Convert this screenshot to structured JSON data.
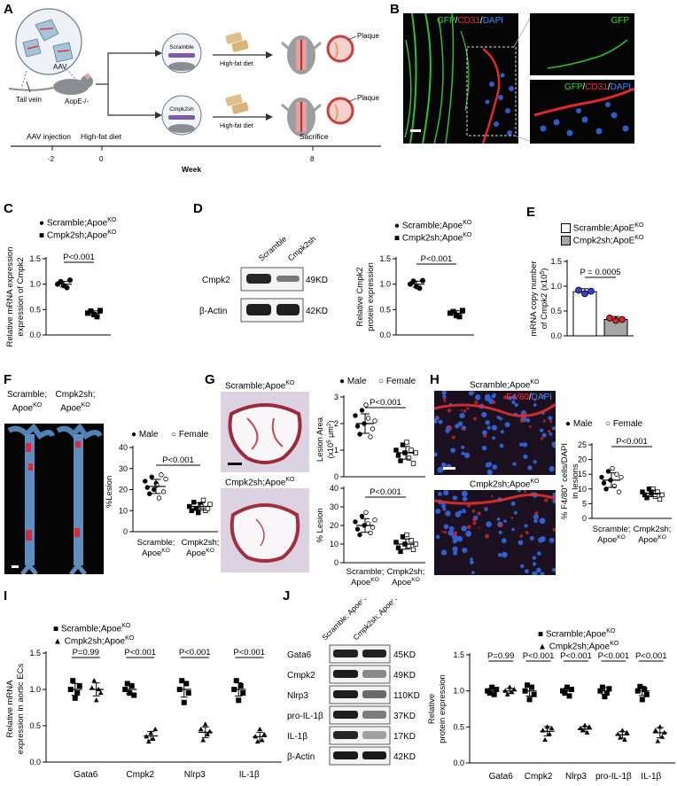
{
  "panel_labels": [
    "A",
    "B",
    "C",
    "D",
    "E",
    "F",
    "G",
    "H",
    "I",
    "J"
  ],
  "A": {
    "aav": "AAV",
    "tail_vein": "Tail vein",
    "mouse": "AopE-/-",
    "scramble": "Scramble",
    "cmpk2sh": "Cmpk2sh",
    "diet1": "High-fat diet",
    "diet2": "High-fat diet",
    "plaque1": "Plaque",
    "plaque2": "Plaque",
    "tl_aav": "AAV injection",
    "tl_hfd": "High-fat diet",
    "tl_sac": "Sacrifice",
    "ticks": [
      "-2",
      "0",
      "8"
    ],
    "week": "Week"
  },
  "B": {
    "main_label": [
      "GFP",
      "/",
      "CD31",
      "/",
      "DAPI"
    ],
    "top_right": "GFP",
    "bottom_right": [
      "GFP",
      "/",
      "CD31",
      "/",
      "DAPI"
    ]
  },
  "colors": {
    "gfp": "#39d239",
    "cd31": "#ff2a2a",
    "dapi": "#3a8cff",
    "f480": "#ff3030",
    "white": "#ffffff"
  },
  "chart_data": [
    {
      "panel": "C",
      "type": "scatter",
      "ylabel": "Relative mRNA expression of Cmpk2",
      "yticks": [
        "0.0",
        "0.5",
        "1.0",
        "1.5"
      ],
      "ylim": [
        0,
        1.5
      ],
      "legend": [
        "Scramble;Apoe^KO",
        "Cmpk2sh;Apoe^KO"
      ],
      "p_value": "P<0.001",
      "groups": [
        {
          "name": "Scramble;Apoe^KO",
          "marker": "circle",
          "values": [
            1.0,
            1.05,
            0.97,
            0.93,
            1.08
          ],
          "mean": 1.0
        },
        {
          "name": "Cmpk2sh;Apoe^KO",
          "marker": "square",
          "values": [
            0.43,
            0.47,
            0.4,
            0.36,
            0.48
          ],
          "mean": 0.43
        }
      ]
    },
    {
      "panel": "D",
      "type": "scatter",
      "ylabel": "Relative Cmpk2 protein expression",
      "yticks": [
        "0.0",
        "0.5",
        "1.0",
        "1.5"
      ],
      "ylim": [
        0,
        1.5
      ],
      "legend": [
        "Scramble;Apoe^KO",
        "Cmpk2sh;Apoe^KO"
      ],
      "p_value": "P<0.001",
      "groups": [
        {
          "name": "Scramble;Apoe^KO",
          "marker": "circle",
          "values": [
            1.0,
            1.06,
            0.95,
            0.92,
            1.07
          ],
          "mean": 1.0
        },
        {
          "name": "Cmpk2sh;Apoe^KO",
          "marker": "square",
          "values": [
            0.43,
            0.46,
            0.38,
            0.36,
            0.48
          ],
          "mean": 0.43
        }
      ]
    },
    {
      "panel": "E",
      "type": "bar",
      "ylabel": "mRNA copy number of Cmpk2 (x10^5)",
      "yticks": [
        "0.0",
        "0.5",
        "1.0",
        "1.5"
      ],
      "ylim": [
        0,
        1.5
      ],
      "legend": [
        "Scramble;ApoE^KO",
        "Cmpk2sh;ApoE^KO"
      ],
      "p_value": "P = 0.0005",
      "groups": [
        {
          "name": "Scramble;ApoE^KO",
          "value": 0.89,
          "points": [
            0.92,
            0.85,
            0.9
          ],
          "color": "#3344cc"
        },
        {
          "name": "Cmpk2sh;ApoE^KO",
          "value": 0.33,
          "points": [
            0.36,
            0.31,
            0.33
          ],
          "color": "#dd2222"
        }
      ]
    },
    {
      "panel": "F",
      "type": "scatter",
      "ylabel": "%Lesion",
      "yticks": [
        "0",
        "10",
        "20",
        "30",
        "40"
      ],
      "ylim": [
        0,
        40
      ],
      "legend": [
        "Male",
        "Female"
      ],
      "p_value": "P<0.001",
      "categories": [
        "Scramble; Apoe^KO",
        "Cmpk2sh; Apoe^KO"
      ],
      "groups": [
        {
          "male": [
            24,
            21,
            18,
            26,
            20,
            23
          ],
          "female": [
            22,
            16,
            27,
            19,
            25
          ],
          "mean": 21.5
        },
        {
          "male": [
            12,
            10,
            14,
            11,
            9,
            13
          ],
          "female": [
            12,
            15,
            10,
            11,
            13
          ],
          "mean": 12
        }
      ]
    },
    {
      "panel": "G-area",
      "type": "scatter",
      "ylabel": "Lesion Area (x10^5 μm^2)",
      "yticks": [
        "0",
        "1",
        "2",
        "3"
      ],
      "ylim": [
        0,
        3
      ],
      "legend": [
        "Male",
        "Female"
      ],
      "p_value": "P<0.001",
      "groups": [
        {
          "male": [
            2.3,
            1.9,
            1.6,
            2.5,
            2.0
          ],
          "female": [
            2.7,
            2.2,
            1.5,
            1.8,
            2.1
          ],
          "mean": 2.0
        },
        {
          "male": [
            1.0,
            0.8,
            0.6,
            1.2,
            0.9
          ],
          "female": [
            1.3,
            0.7,
            1.0,
            0.5,
            0.9
          ],
          "mean": 0.9
        }
      ]
    },
    {
      "panel": "G-percent",
      "type": "scatter",
      "ylabel": "% Lesion",
      "yticks": [
        "0",
        "10",
        "20",
        "30",
        "40"
      ],
      "ylim": [
        0,
        40
      ],
      "p_value": "P<0.001",
      "categories": [
        "Scramble; Apoe^KO",
        "Cmpk2sh; Apoe^KO"
      ],
      "groups": [
        {
          "male": [
            22,
            18,
            15,
            25,
            20
          ],
          "female": [
            27,
            21,
            16,
            19,
            23
          ],
          "mean": 20
        },
        {
          "male": [
            11,
            8,
            6,
            14,
            10
          ],
          "female": [
            15,
            9,
            12,
            7,
            10
          ],
          "mean": 10
        }
      ]
    },
    {
      "panel": "H",
      "type": "scatter",
      "ylabel": "% F4/80+ cells/DAPI in lesions",
      "yticks": [
        "0",
        "5",
        "10",
        "15",
        "20",
        "25"
      ],
      "ylim": [
        0,
        25
      ],
      "legend": [
        "Male",
        "Female"
      ],
      "p_value": "P<0.001",
      "categories": [
        "Scramble; Apoe^KO",
        "Cmpk2sh; Apoe^KO"
      ],
      "groups": [
        {
          "male": [
            14,
            12,
            10,
            16,
            13
          ],
          "female": [
            17,
            11,
            15,
            9,
            14
          ],
          "mean": 13
        },
        {
          "male": [
            9,
            8,
            7,
            10,
            8.5
          ],
          "female": [
            10,
            7.5,
            9,
            6.5,
            8
          ],
          "mean": 8.5
        }
      ]
    },
    {
      "panel": "I",
      "type": "scatter",
      "ylabel": "Relative mRNA expression in aortic ECs",
      "yticks": [
        "0.0",
        "0.5",
        "1.0",
        "1.5"
      ],
      "ylim": [
        0,
        1.5
      ],
      "legend": [
        "Scramble;Apoe^KO",
        "Cmpk2sh;Apoe^KO"
      ],
      "categories": [
        "Gata6",
        "Cmpk2",
        "Nlrp3",
        "IL-1β"
      ],
      "p_values": [
        "P=0.99",
        "P<0.001",
        "P<0.001",
        "P<0.001"
      ],
      "series": [
        {
          "name": "Scramble;Apoe^KO",
          "marker": "square",
          "values": [
            [
              1.0,
              1.12,
              0.88,
              0.95,
              1.05
            ],
            [
              1.0,
              1.08,
              0.95,
              1.05,
              0.92
            ],
            [
              1.0,
              1.12,
              0.82,
              1.08,
              0.95
            ],
            [
              1.0,
              1.12,
              0.85,
              1.05,
              0.95
            ]
          ],
          "means": [
            1.0,
            1.0,
            1.0,
            1.0
          ]
        },
        {
          "name": "Cmpk2sh;Apoe^KO",
          "marker": "triangle",
          "values": [
            [
              1.02,
              1.12,
              0.85,
              1.0,
              0.95
            ],
            [
              0.35,
              0.28,
              0.4,
              0.32,
              0.45
            ],
            [
              0.45,
              0.3,
              0.52,
              0.38,
              0.42
            ],
            [
              0.35,
              0.28,
              0.45,
              0.3,
              0.38
            ]
          ],
          "means": [
            1.0,
            0.36,
            0.41,
            0.35
          ]
        }
      ]
    },
    {
      "panel": "J",
      "type": "scatter",
      "ylabel": "Relative protein expression",
      "yticks": [
        "0.0",
        "0.5",
        "1.0",
        "1.5"
      ],
      "ylim": [
        0,
        1.5
      ],
      "legend": [
        "Scramble;Apoe^KO",
        "Cmpk2sh;Apoe^KO"
      ],
      "categories": [
        "Gata6",
        "Cmpk2",
        "Nlrp3",
        "pro-IL-1β",
        "IL-1β"
      ],
      "p_values": [
        "P=0.99",
        "P<0.001",
        "P<0.001",
        "P<0.001",
        "P<0.001"
      ],
      "series": [
        {
          "name": "Scramble;Apoe^KO",
          "marker": "square",
          "values": [
            [
              1.0,
              0.97,
              1.05,
              0.95,
              1.02
            ],
            [
              1.0,
              1.08,
              0.88,
              1.05,
              0.95
            ],
            [
              1.0,
              0.97,
              1.05,
              0.93,
              1.02
            ],
            [
              1.0,
              1.05,
              0.92,
              0.97,
              1.03
            ],
            [
              1.0,
              1.06,
              0.88,
              1.02,
              0.95
            ]
          ],
          "means": [
            1.0,
            1.0,
            1.0,
            1.0,
            1.0
          ]
        },
        {
          "name": "Cmpk2sh;Apoe^KO",
          "marker": "triangle",
          "values": [
            [
              1.0,
              0.95,
              1.05,
              0.98,
              1.02
            ],
            [
              0.45,
              0.32,
              0.5,
              0.4,
              0.48
            ],
            [
              0.48,
              0.45,
              0.52,
              0.42,
              0.5
            ],
            [
              0.4,
              0.35,
              0.45,
              0.32,
              0.42
            ],
            [
              0.45,
              0.3,
              0.5,
              0.36,
              0.42
            ]
          ],
          "means": [
            1.0,
            0.44,
            0.47,
            0.39,
            0.42
          ]
        }
      ]
    }
  ],
  "D_blot": {
    "lanes": [
      "Scramble",
      "Cmpk2sh"
    ],
    "rows": [
      {
        "name": "Cmpk2",
        "kd": "49KD"
      },
      {
        "name": "β-Actin",
        "kd": "42KD"
      }
    ]
  },
  "J_blot": {
    "lanes": [
      "Scramble; Apoe^KO",
      "Cmpk2sh; Apoe^KO"
    ],
    "rows": [
      {
        "name": "Gata6",
        "kd": "45KD"
      },
      {
        "name": "Cmpk2",
        "kd": "49KD"
      },
      {
        "name": "Nlrp3",
        "kd": "110KD"
      },
      {
        "name": "pro-IL-1β",
        "kd": "37KD"
      },
      {
        "name": "IL-1β",
        "kd": "17KD"
      },
      {
        "name": "β-Actin",
        "kd": "42KD"
      }
    ]
  },
  "F": {
    "scr_label": "Scramble;",
    "scr_sub": "Apoe",
    "cmp_label": "Cmpk2sh;",
    "cmp_sub": "Apoe"
  },
  "G": {
    "top": "Scramble;Apoe",
    "bottom": "Cmpk2sh;Apoe",
    "ko": "KO"
  },
  "H": {
    "top": "Scramble;Apoe",
    "bottom": "Cmpk2sh;Apoe",
    "ko": "KO",
    "stain": [
      "F4/80",
      "/",
      "DAPI"
    ]
  },
  "legends": {
    "scr": "Scramble;Apoe",
    "cmp": "Cmpk2sh;Apoe",
    "ko": "KO",
    "scrE": "Scramble;ApoE",
    "cmpE": "Cmpk2sh;ApoE",
    "male": "Male",
    "female": "Female"
  }
}
